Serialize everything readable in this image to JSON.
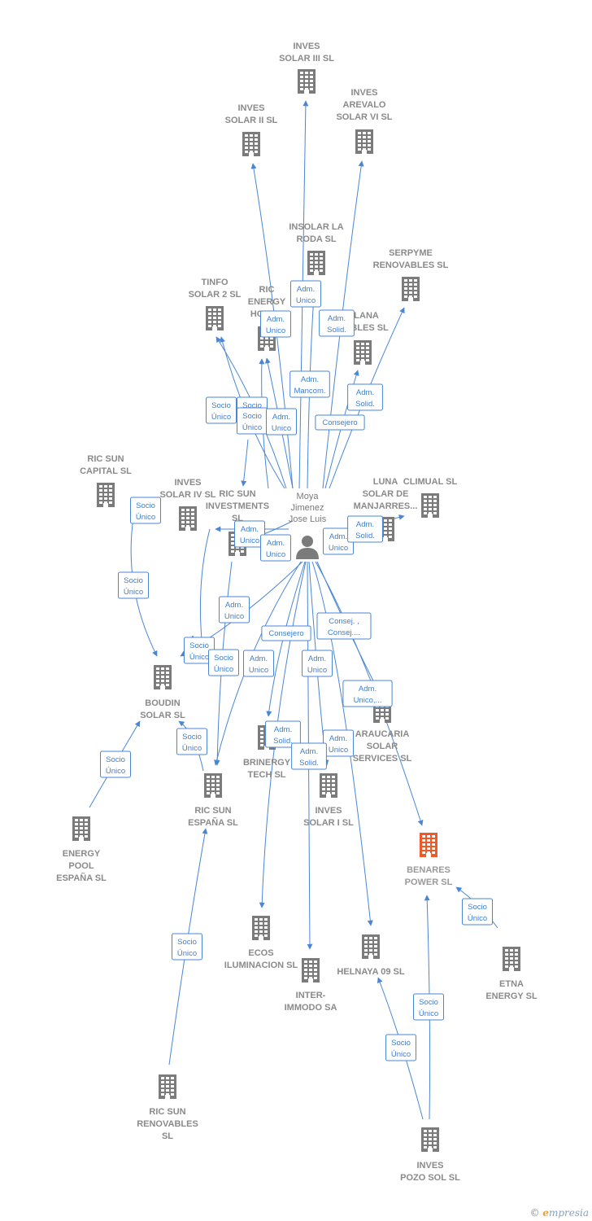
{
  "colors": {
    "edge": "#4a86d6",
    "building": "#7b7b7b",
    "building_main": "#f05a28",
    "label": "#8a8a8a"
  },
  "person": {
    "lines": [
      "Moya",
      "Jimenez",
      "Jose Luis"
    ]
  },
  "nodes": [
    {
      "id": "inves3",
      "lines": [
        "INVES",
        "SOLAR III SL"
      ]
    },
    {
      "id": "inves2",
      "lines": [
        "INVES",
        "SOLAR II SL"
      ]
    },
    {
      "id": "invesarev",
      "lines": [
        "INVES",
        "AREVALO",
        "SOLAR VI SL"
      ]
    },
    {
      "id": "insolar",
      "lines": [
        "INSOLAR LA",
        "RODA  SL"
      ]
    },
    {
      "id": "serpyme",
      "lines": [
        "SERPYME",
        "RENOVABLES SL"
      ]
    },
    {
      "id": "tinfo",
      "lines": [
        "TINFO",
        "SOLAR 2 SL"
      ]
    },
    {
      "id": "ricenergy",
      "lines": [
        "RIC",
        "ENERGY",
        "HOLD..."
      ]
    },
    {
      "id": "lana",
      "lines": [
        "...LANA",
        "...ABLES SL"
      ]
    },
    {
      "id": "ricsuncap",
      "lines": [
        "RIC SUN",
        "CAPITAL  SL"
      ]
    },
    {
      "id": "inves4",
      "lines": [
        "INVES",
        "SOLAR IV SL"
      ]
    },
    {
      "id": "ricsuninv",
      "lines": [
        "RIC SUN",
        "INVESTMENTS",
        "SL"
      ]
    },
    {
      "id": "luna",
      "lines": [
        "LUNA",
        "SOLAR DE",
        "MANJARRES..."
      ]
    },
    {
      "id": "climual",
      "lines": [
        "CLIMUAL SL"
      ]
    },
    {
      "id": "boudin",
      "lines": [
        "BOUDIN",
        "SOLAR SL"
      ]
    },
    {
      "id": "araucaria",
      "lines": [
        "ARAUCARIA",
        "SOLAR",
        "SERVICES SL"
      ]
    },
    {
      "id": "brinergy",
      "lines": [
        "BRINERGY",
        "TECH  SL"
      ]
    },
    {
      "id": "ricsunesp",
      "lines": [
        "RIC SUN",
        "ESPAÑA  SL"
      ]
    },
    {
      "id": "inves1",
      "lines": [
        "INVES",
        "SOLAR I SL"
      ]
    },
    {
      "id": "energypool",
      "lines": [
        "ENERGY",
        "POOL",
        "ESPAÑA  SL"
      ]
    },
    {
      "id": "benares",
      "lines": [
        "BENARES",
        "POWER  SL"
      ]
    },
    {
      "id": "ecos",
      "lines": [
        "ECOS",
        "ILUMINACION SL"
      ]
    },
    {
      "id": "helnaya",
      "lines": [
        "HELNAYA 09 SL"
      ]
    },
    {
      "id": "etna",
      "lines": [
        "ETNA",
        "ENERGY  SL"
      ]
    },
    {
      "id": "inter",
      "lines": [
        "INTER-",
        "IMMODO SA"
      ]
    },
    {
      "id": "ricsunren",
      "lines": [
        "RIC SUN",
        "RENOVABLES",
        "SL"
      ]
    },
    {
      "id": "invespozo",
      "lines": [
        "INVES",
        "POZO SOL  SL"
      ]
    }
  ],
  "badges": [
    [
      "Adm.",
      "Unico"
    ],
    [
      "Adm.",
      "Unico"
    ],
    [
      "Adm.",
      "Solid."
    ],
    [
      "Adm.",
      "Mancom."
    ],
    [
      "Adm.",
      "Solid."
    ],
    [
      "Socio",
      "Único"
    ],
    [
      "Socio",
      "Único"
    ],
    [
      "Socio",
      "Único"
    ],
    [
      "Adm.",
      "Unico"
    ],
    [
      "Consejero"
    ],
    [
      "Socio",
      "Único"
    ],
    [
      "Socio",
      "Único"
    ],
    [
      "Adm.",
      "Unico"
    ],
    [
      "Adm.",
      "Unico"
    ],
    [
      "Adm.",
      "Unico"
    ],
    [
      "Adm.",
      "Solid."
    ],
    [
      "Adm.",
      "Unico"
    ],
    [
      "Consejero"
    ],
    [
      "Consej. ,",
      "Consej...."
    ],
    [
      "Socio",
      "Único"
    ],
    [
      "Socio",
      "Único"
    ],
    [
      "Adm.",
      "Unico"
    ],
    [
      "Adm.",
      "Unico"
    ],
    [
      "Adm.",
      "Unico,..."
    ],
    [
      "Socio",
      "Único"
    ],
    [
      "Socio",
      "Único"
    ],
    [
      "Adm.",
      "Solid."
    ],
    [
      "Adm.",
      "Unico"
    ],
    [
      "Adm.",
      "Solid."
    ],
    [
      "Socio",
      "Único"
    ],
    [
      "Socio",
      "Único"
    ],
    [
      "Socio",
      "Único"
    ],
    [
      "Socio",
      "Único"
    ]
  ],
  "footer": {
    "copyright": "©",
    "brand_initial": "e",
    "brand_rest": "mpresia"
  }
}
